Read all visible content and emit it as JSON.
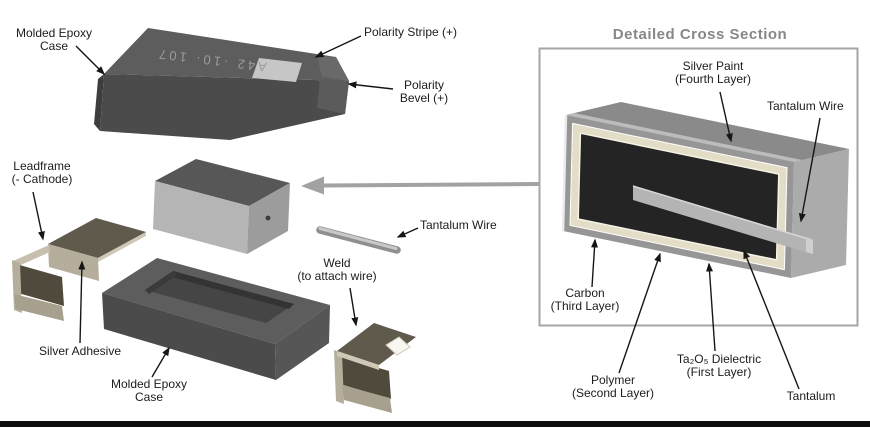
{
  "colors": {
    "epoxy_top": "#5d5d5d",
    "epoxy_front": "#4b4b4b",
    "stripe": "#c6c6c6",
    "slug_front": "#b5b5b5",
    "leadframe_light": "#b6ae9c",
    "leadframe_dark": "#5f5a4c",
    "silver_paint": "#969696",
    "polymer_layer": "#e3dcc6",
    "tantalum_core": "#232423",
    "wire": "#b4b4b4",
    "box_border": "#a6a6a6",
    "title_text": "#878787",
    "zoom_arrow": "#a2a2a2",
    "footer_bar": "#0b0b0b"
  },
  "exploded_view": {
    "marking": "A42 ·10· 107",
    "labels": {
      "molded_epoxy_case_top": "Molded Epoxy\nCase",
      "polarity_stripe": "Polarity Stripe (+)",
      "polarity_bevel": "Polarity\nBevel (+)",
      "leadframe_cathode": "Leadframe\n(- Cathode)",
      "silver_adhesive": "Silver Adhesive",
      "tantalum_wire": "Tantalum Wire",
      "weld": "Weld\n(to attach wire)",
      "molded_epoxy_case_bottom": "Molded Epoxy\nCase"
    }
  },
  "cross_section": {
    "title": "Detailed Cross Section",
    "labels": {
      "silver_paint": "Silver Paint\n(Fourth Layer)",
      "tantalum_wire": "Tantalum Wire",
      "carbon": "Carbon\n(Third Layer)",
      "polymer": "Polymer\n(Second Layer)",
      "ta2o5_dielectric": "Ta₂O₅ Dielectric\n(First Layer)",
      "tantalum": "Tantalum"
    }
  }
}
